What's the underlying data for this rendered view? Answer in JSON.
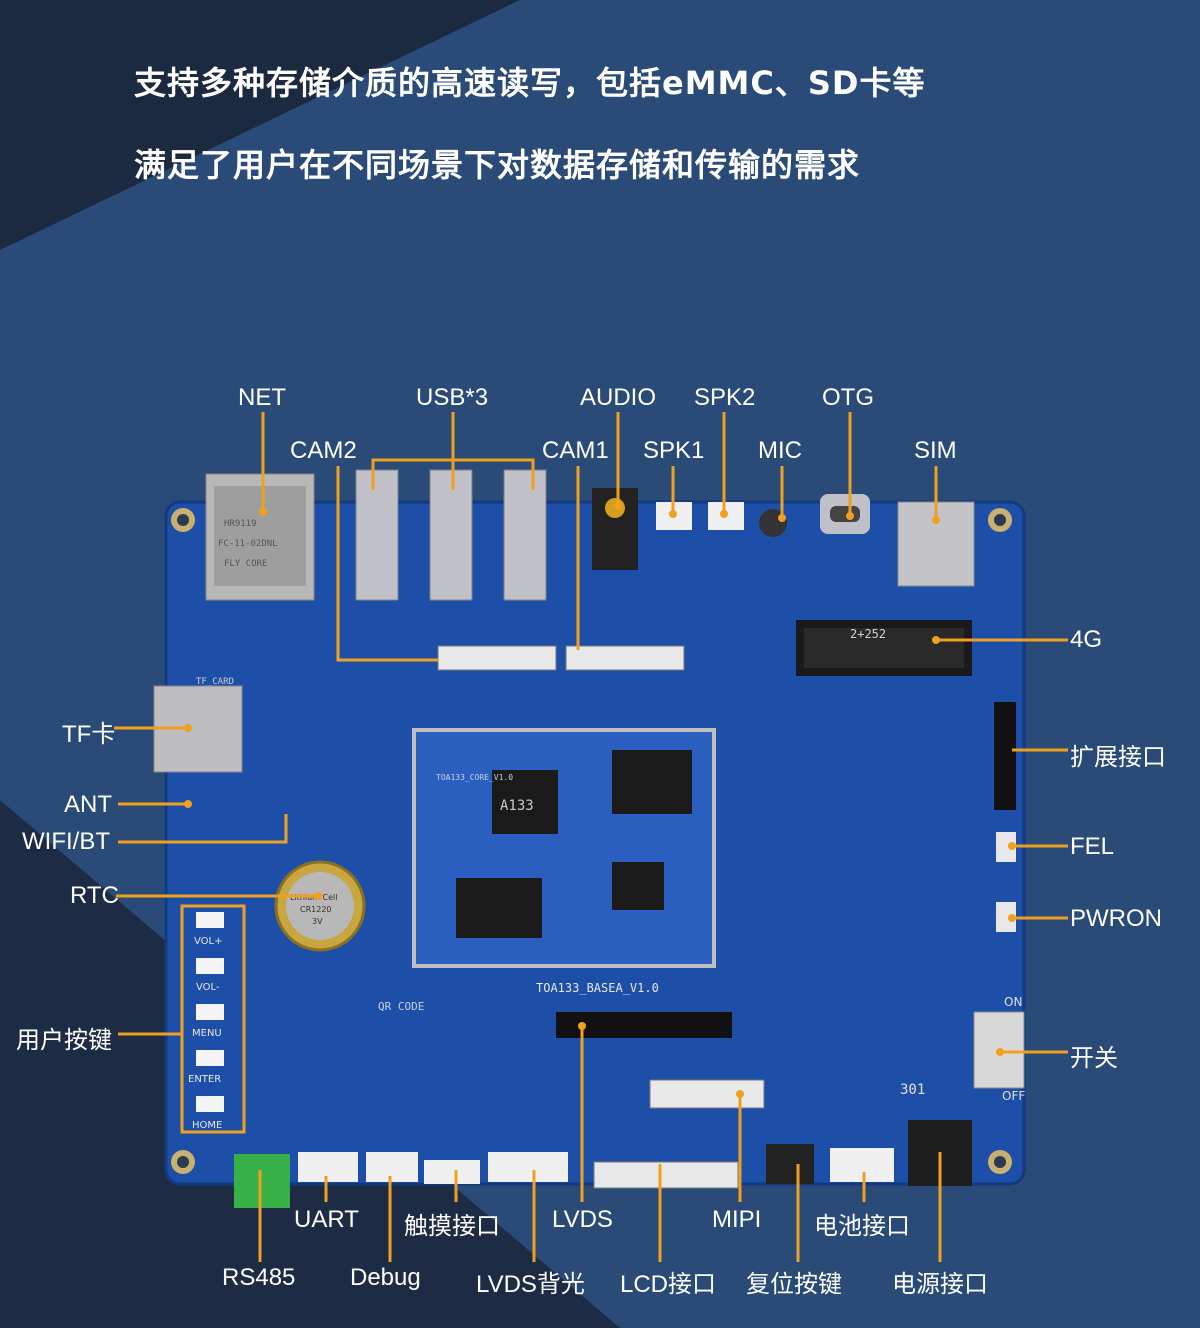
{
  "headline": {
    "line1": "支持多种存储介质的高速读写，包括eMMC、SD卡等",
    "line2": "满足了用户在不同场景下对数据存储和传输的需求"
  },
  "board": {
    "silkscreen_model": "TOA133_BASEA_V1.0",
    "core_module": "TOA133_CORE_V1.0",
    "chip": "A133",
    "qr_text": "QR CODE",
    "coin_cell": [
      "Lithium Cell",
      "CR1220",
      "3V"
    ],
    "slot_4g": "2+252",
    "rj45_text": [
      "HR9119",
      "FC-11-02DNL",
      "FLY CORE"
    ],
    "inductor": "301",
    "switch_on": "ON",
    "switch_off": "OFF",
    "tf_slot": "TF_CARD",
    "buttons": [
      "VOL+",
      "VOL-",
      "MENU",
      "ENTER",
      "HOME"
    ]
  },
  "labels": {
    "net": "NET",
    "usb": "USB*3",
    "audio": "AUDIO",
    "spk2": "SPK2",
    "otg": "OTG",
    "cam2": "CAM2",
    "cam1": "CAM1",
    "spk1": "SPK1",
    "mic": "MIC",
    "sim": "SIM",
    "g4": "4G",
    "tf": "TF卡",
    "expand": "扩展接口",
    "ant": "ANT",
    "wifibt": "WIFI/BT",
    "fel": "FEL",
    "rtc": "RTC",
    "pwron": "PWRON",
    "userkeys": "用户按键",
    "switch": "开关",
    "uart": "UART",
    "touch": "触摸接口",
    "lvds": "LVDS",
    "mipi": "MIPI",
    "battery": "电池接口",
    "rs485": "RS485",
    "debug": "Debug",
    "lvds_bl": "LVDS背光",
    "lcd": "LCD接口",
    "reset": "复位按键",
    "power": "电源接口"
  },
  "colors": {
    "background": "#2a4a78",
    "corner": "#1a2435",
    "pcb": "#1f4fa6",
    "leader": "#f0a020"
  }
}
